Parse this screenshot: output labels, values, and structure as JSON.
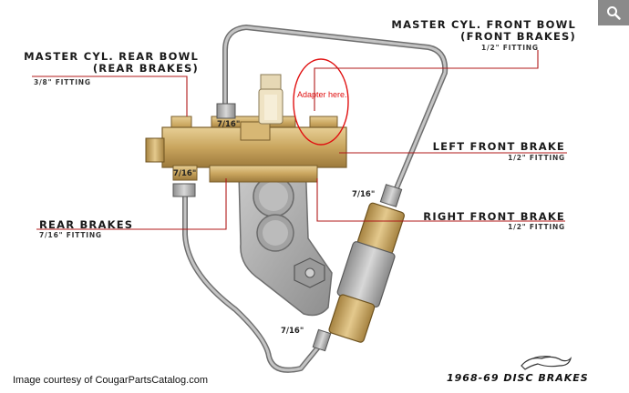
{
  "labels": {
    "master_front": {
      "line1": "MASTER CYL. FRONT BOWL",
      "line2": "(FRONT BRAKES)",
      "fitting": "1/2\" FITTING"
    },
    "master_rear": {
      "line1": "MASTER CYL. REAR BOWL",
      "line2": "(REAR BRAKES)",
      "fitting": "3/8\" FITTING"
    },
    "left_front": {
      "title": "LEFT FRONT BRAKE",
      "fitting": "1/2\" FITTING"
    },
    "right_front": {
      "title": "RIGHT FRONT BRAKE",
      "fitting": "1/2\" FITTING"
    },
    "rear": {
      "title": "REAR BRAKES",
      "fitting": "7/16\" FITTING"
    }
  },
  "sizes": {
    "top": "7/16\"",
    "left": "7/16\"",
    "right": "7/16\"",
    "bottom": "7/16\""
  },
  "annotation": {
    "text": "Adapter here..",
    "color": "#e01010"
  },
  "credit": "Image courtesy of CougarParts­Catalog.com",
  "brand": {
    "prefix": "1968-69 DISC",
    "suffix": "BRAKES"
  },
  "colors": {
    "leader": "#b01818",
    "brass": "#c8a45e",
    "tube": "#8e8e8e",
    "bracket": "#a9a9a9"
  },
  "icons": {
    "zoom": "magnifier-icon",
    "logo": "cougar-logo-icon"
  }
}
